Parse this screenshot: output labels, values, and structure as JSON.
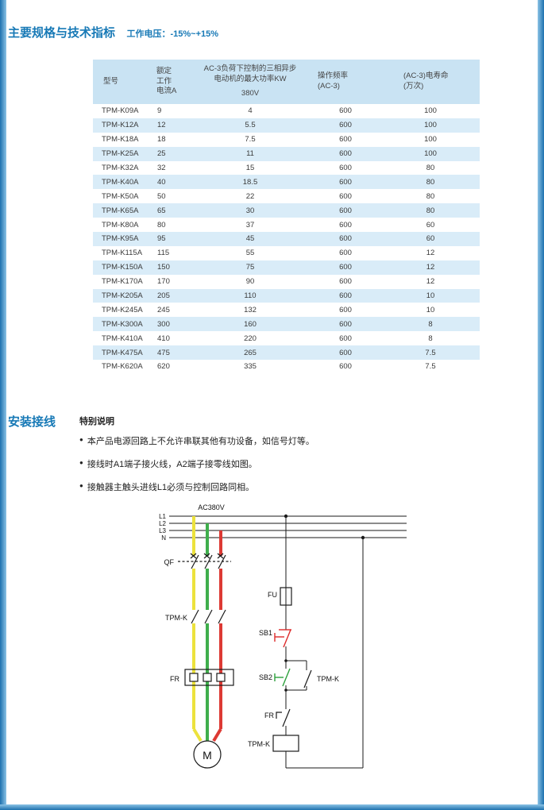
{
  "page": {
    "section1_title": "主要规格与技术指标",
    "section1_subtitle": "工作电压：-15%~+15%",
    "section2_title": "安装接线",
    "notes_title": "特别说明",
    "bullet": "●",
    "notes": [
      "本产品电源回路上不允许串联其他有功设备，如信号灯等。",
      "接线时A1端子接火线，A2端子接零线如图。",
      "接触器主触头进线L1必须与控制回路同相。"
    ]
  },
  "table": {
    "headers": {
      "model": "型号",
      "current": "额定\n工作\n电流A",
      "power_line1": "AC-3负荷下控制的三相异步",
      "power_line2": "电动机的最大功率KW",
      "power_line3": "380V",
      "frequency": "操作频率\n(AC-3)",
      "life": "(AC-3)电寿命\n(万次)"
    },
    "rows": [
      [
        "TPM-K09A",
        "9",
        "4",
        "600",
        "100"
      ],
      [
        "TPM-K12A",
        "12",
        "5.5",
        "600",
        "100"
      ],
      [
        "TPM-K18A",
        "18",
        "7.5",
        "600",
        "100"
      ],
      [
        "TPM-K25A",
        "25",
        "11",
        "600",
        "100"
      ],
      [
        "TPM-K32A",
        "32",
        "15",
        "600",
        "80"
      ],
      [
        "TPM-K40A",
        "40",
        "18.5",
        "600",
        "80"
      ],
      [
        "TPM-K50A",
        "50",
        "22",
        "600",
        "80"
      ],
      [
        "TPM-K65A",
        "65",
        "30",
        "600",
        "80"
      ],
      [
        "TPM-K80A",
        "80",
        "37",
        "600",
        "60"
      ],
      [
        "TPM-K95A",
        "95",
        "45",
        "600",
        "60"
      ],
      [
        "TPM-K115A",
        "115",
        "55",
        "600",
        "12"
      ],
      [
        "TPM-K150A",
        "150",
        "75",
        "600",
        "12"
      ],
      [
        "TPM-K170A",
        "170",
        "90",
        "600",
        "12"
      ],
      [
        "TPM-K205A",
        "205",
        "110",
        "600",
        "10"
      ],
      [
        "TPM-K245A",
        "245",
        "132",
        "600",
        "10"
      ],
      [
        "TPM-K300A",
        "300",
        "160",
        "600",
        "8"
      ],
      [
        "TPM-K410A",
        "410",
        "220",
        "600",
        "8"
      ],
      [
        "TPM-K475A",
        "475",
        "265",
        "600",
        "7.5"
      ],
      [
        "TPM-K620A",
        "620",
        "335",
        "600",
        "7.5"
      ]
    ]
  },
  "diagram": {
    "supply_label": "AC380V",
    "phase_labels": [
      "L1",
      "L2",
      "L3",
      "N"
    ],
    "breaker_label": "QF",
    "contactor_label": "TPM-K",
    "thermal_label": "FR",
    "motor_label": "M",
    "fuse_label": "FU",
    "stop_button_label": "SB1",
    "start_button_label": "SB2",
    "aux_contact_label": "TPM-K",
    "thermal_contact_label": "FR",
    "coil_label": "TPM-K"
  },
  "colors": {
    "accent_blue": "#1779b6",
    "table_header_bg": "#c9e3f3",
    "table_row_alt_bg": "#d9ecf8",
    "edge_dark": "#1d71ae",
    "edge_light": "#8cc3e6",
    "phase_yellow": "#ece23d",
    "phase_green": "#3fae4c",
    "phase_red": "#dd3a34",
    "symbol_red": "#dd2a2a",
    "symbol_green": "#2ca03c"
  }
}
